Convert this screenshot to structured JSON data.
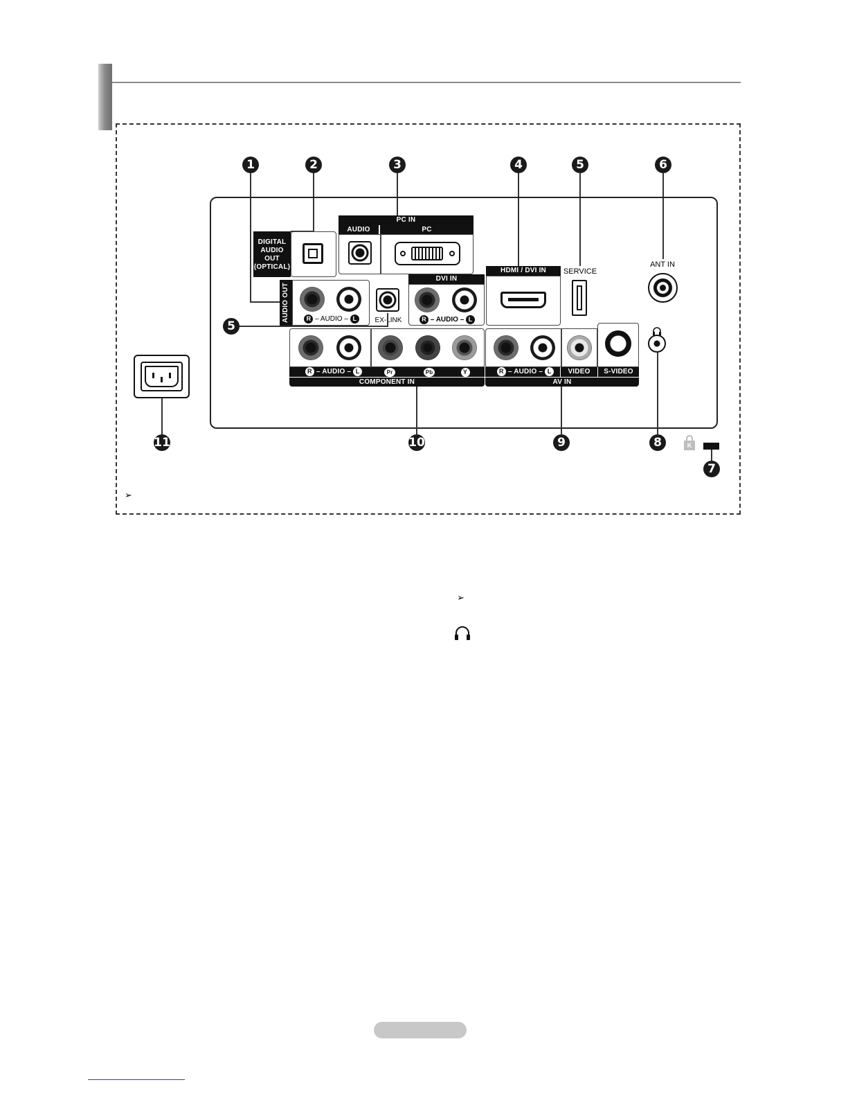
{
  "callouts": [
    "1",
    "2",
    "3",
    "4",
    "5",
    "6",
    "7",
    "8",
    "9",
    "10",
    "11",
    "5"
  ],
  "labels": {
    "digital_audio_out": [
      "DIGITAL",
      "AUDIO",
      "OUT",
      "(OPTICAL)"
    ],
    "pc_in": "PC IN",
    "pc_audio": "AUDIO",
    "pc": "PC",
    "hdmi_dvi_in": "HDMI / DVI IN",
    "service": "SERVICE",
    "ant_in": "ANT IN",
    "audio_out": "AUDIO OUT",
    "audio_out_row": "–  AUDIO  –",
    "dvi_in": "DVI IN",
    "dvi_audio_row": "–  AUDIO  –",
    "ex_link": "EX-LINK",
    "component_audio": "– AUDIO –",
    "component_in": "COMPONENT IN",
    "pr": "Pr",
    "pb": "Pb",
    "y": "Y",
    "av_audio": "– AUDIO –",
    "video": "VIDEO",
    "s_video": "S-VIDEO",
    "av_in": "AV IN",
    "r": "R",
    "l": "L",
    "k": "K"
  },
  "icons": {
    "note_arrow": "➢",
    "headphone": "headphone-icon"
  }
}
